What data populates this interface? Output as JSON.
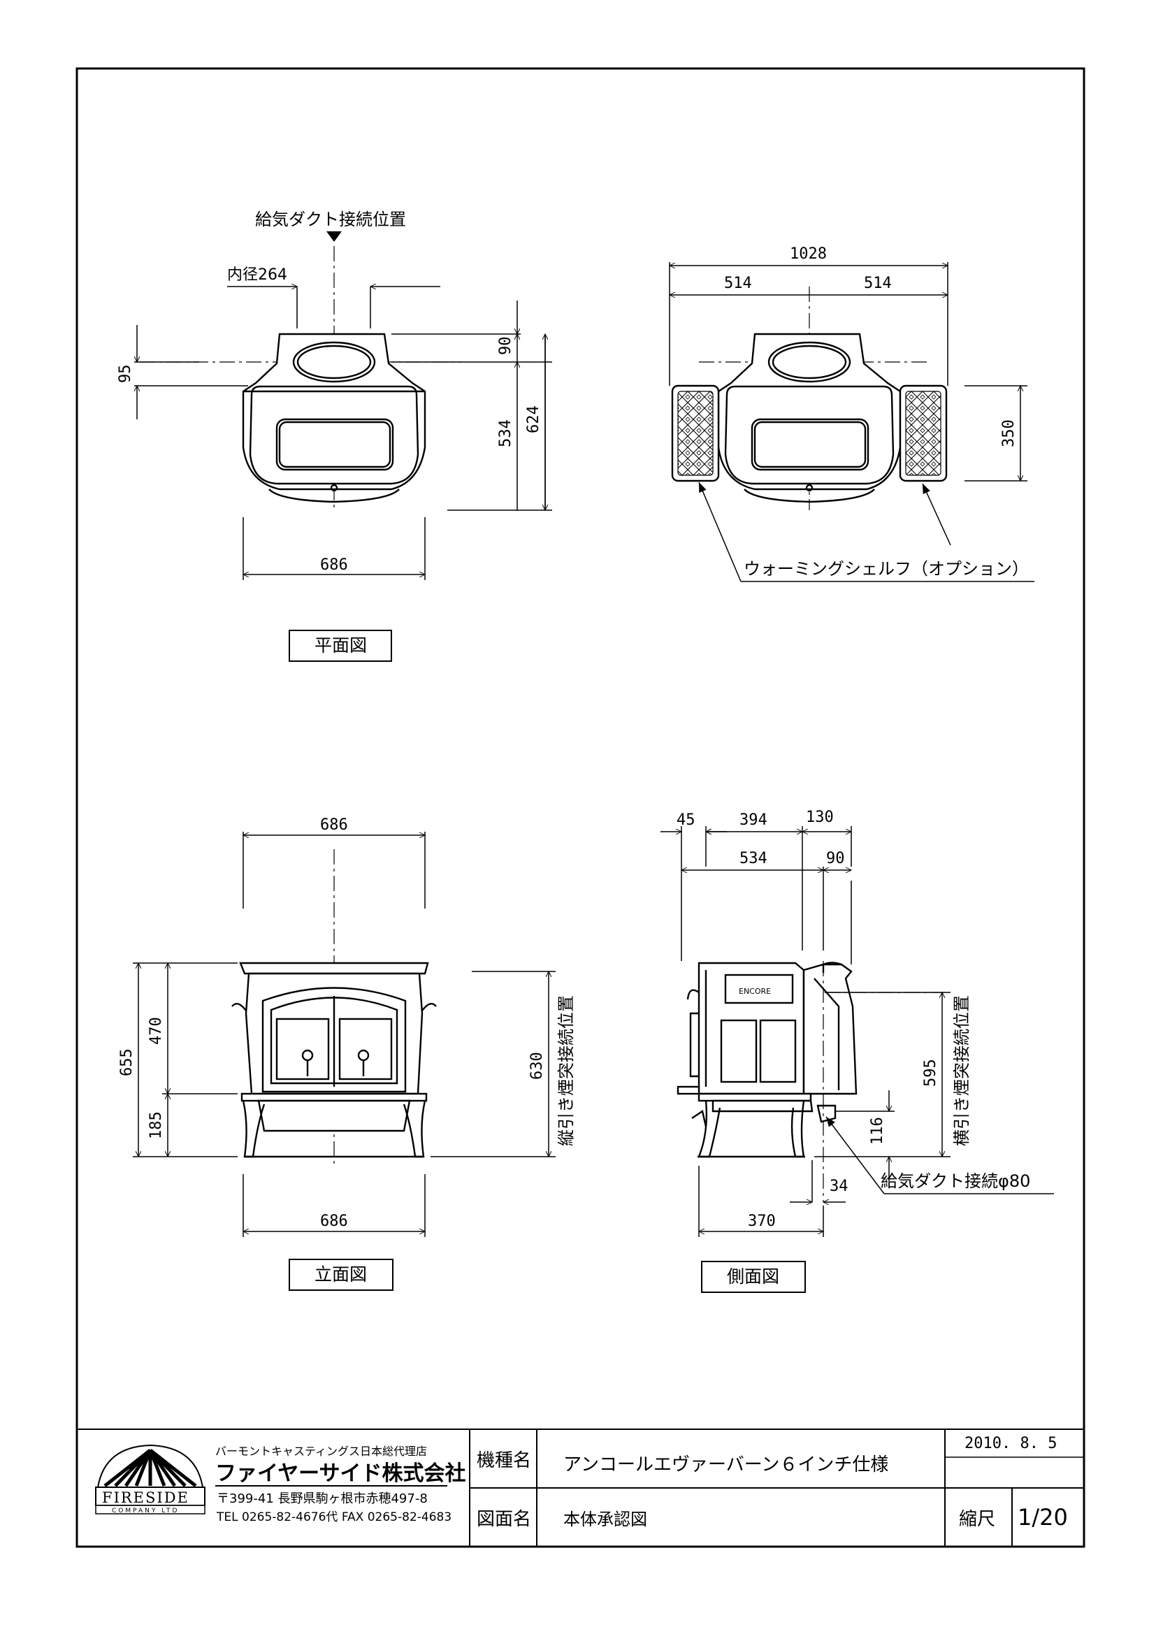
{
  "plan_view": {
    "title": "平面図",
    "duct_label": "給気ダクト接続位置",
    "inner_dia": "内径264",
    "dims": {
      "depth_top": "90",
      "depth_body": "534",
      "depth_total": "624",
      "offset": "95",
      "width": "686"
    }
  },
  "plan_shelf_view": {
    "dims": {
      "total_width": "1028",
      "half_left": "514",
      "half_right": "514",
      "shelf_depth": "350"
    },
    "shelf_label": "ウォーミングシェルフ（オプション）"
  },
  "front_view": {
    "title": "立面図",
    "dims": {
      "top_width": "686",
      "bottom_width": "686",
      "height_total": "655",
      "height_upper": "470",
      "height_lower": "185",
      "flue_height": "630"
    },
    "flue_label": "縦引き煙突接続位置"
  },
  "side_view": {
    "title": "側面図",
    "dims": {
      "d45": "45",
      "d394": "394",
      "d130": "130",
      "d534": "534",
      "d90": "90",
      "d595": "595",
      "d116": "116",
      "d34": "34",
      "d370": "370"
    },
    "flue_label": "横引き煙突接続位置",
    "duct_label": "給気ダクト接続φ80",
    "badge": "ENCORE"
  },
  "title_block": {
    "company_tagline": "バーモントキャスティングス日本総代理店",
    "company_name": "ファイヤーサイド株式会社",
    "address": "〒399-41 長野県駒ヶ根市赤穂497-8",
    "contact": "TEL 0265-82-4676代 FAX 0265-82-4683",
    "logo_text": "FIRESIDE",
    "logo_sub": "COMPANY LTD",
    "model_label": "機種名",
    "model_value": "アンコールエヴァーバーン６インチ仕様",
    "drawing_label": "図面名",
    "drawing_value": "本体承認図",
    "date": "2010. 8. 5",
    "scale_label": "縮尺",
    "scale_value": "1/20"
  }
}
